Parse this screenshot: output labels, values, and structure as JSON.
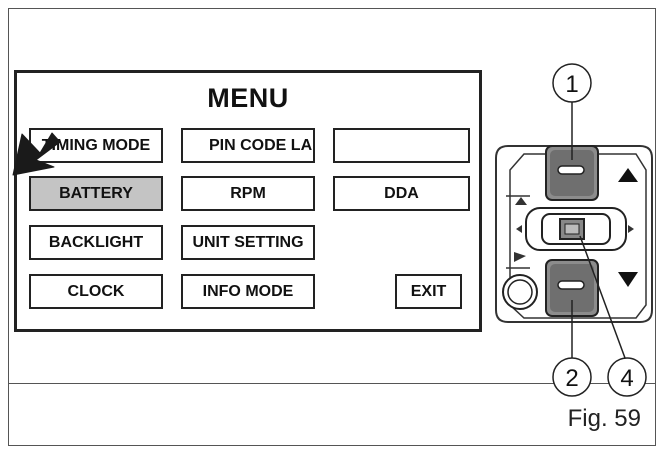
{
  "menu": {
    "title": "MENU",
    "buttons": [
      {
        "label": "TIMING MODE",
        "selected": false
      },
      {
        "label": "PIN CODE LAP",
        "selected": false
      },
      {
        "label": "",
        "selected": false
      },
      {
        "label": "BATTERY",
        "selected": true
      },
      {
        "label": "RPM",
        "selected": false
      },
      {
        "label": "DDA",
        "selected": false
      },
      {
        "label": "BACKLIGHT",
        "selected": false
      },
      {
        "label": "UNIT SETTING",
        "selected": false
      },
      {
        "label": "CLOCK",
        "selected": false
      },
      {
        "label": "INFO MODE",
        "selected": false
      },
      {
        "label": "EXIT",
        "selected": false
      }
    ]
  },
  "callouts": [
    "1",
    "2",
    "4"
  ],
  "figure_label": "Fig. 59",
  "colors": {
    "selected_fill": "#c4c4c4",
    "outline": "#222222"
  }
}
